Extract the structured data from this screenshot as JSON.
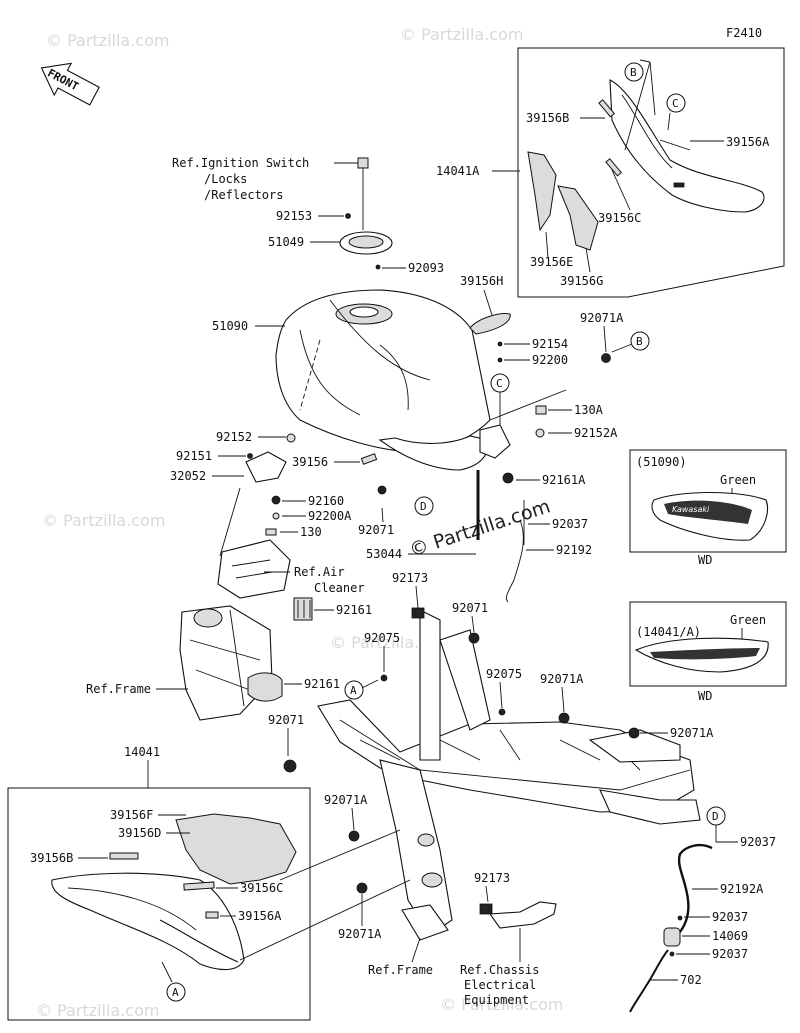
{
  "figure_code": "F2410",
  "front_label": "FRONT",
  "watermark": "© Partzilla.com",
  "center_watermark": "© Partzilla.com",
  "callouts": {
    "A": "A",
    "B": "B",
    "C": "C",
    "D": "D"
  },
  "ref_labels": {
    "ignition_1": "Ref.Ignition Switch",
    "ignition_2": "/Locks",
    "ignition_3": "/Reflectors",
    "air_cleaner_1": "Ref.Air",
    "air_cleaner_2": "Cleaner",
    "frame_left": "Ref.Frame",
    "frame_bottom": "Ref.Frame",
    "chassis_1": "Ref.Chassis",
    "chassis_2": "Electrical",
    "chassis_3": "Equipment"
  },
  "parts": {
    "p14041A": "14041A",
    "p39156B_top": "39156B",
    "p39156A_top": "39156A",
    "p39156C_top": "39156C",
    "p39156E": "39156E",
    "p39156G": "39156G",
    "p92153": "92153",
    "p51049": "51049",
    "p92093": "92093",
    "p39156H": "39156H",
    "p51090": "51090",
    "p92071A_1": "92071A",
    "p92154": "92154",
    "p92200": "92200",
    "p130A": "130A",
    "p92152A": "92152A",
    "p92152": "92152",
    "p92151": "92151",
    "p39156": "39156",
    "p32052": "32052",
    "p92161A": "92161A",
    "p92160": "92160",
    "p92200A": "92200A",
    "p130": "130",
    "p92071_1": "92071",
    "p92037_1": "92037",
    "p53044": "53044",
    "p92192": "92192",
    "p92173_1": "92173",
    "p92161_1": "92161",
    "p92071_2": "92071",
    "p92075_1": "92075",
    "p92075_2": "92075",
    "p92071A_2": "92071A",
    "p92161_2": "92161",
    "p92071_3": "92071",
    "p92071A_3": "92071A",
    "p14041": "14041",
    "p39156F": "39156F",
    "p39156D": "39156D",
    "p39156B_bot": "39156B",
    "p39156C_bot": "39156C",
    "p39156A_bot": "39156A",
    "p92071A_4": "92071A",
    "p92071A_5": "92071A",
    "p92173_2": "92173",
    "p92037_2": "92037",
    "p92192A": "92192A",
    "p92037_3": "92037",
    "p14069": "14069",
    "p92037_4": "92037",
    "p702": "702"
  },
  "inset_tank": {
    "code": "(51090)",
    "color": "Green",
    "finish": "WD",
    "emblem": "Kawasaki"
  },
  "inset_cover": {
    "code": "(14041/A)",
    "color": "Green",
    "finish": "WD"
  }
}
